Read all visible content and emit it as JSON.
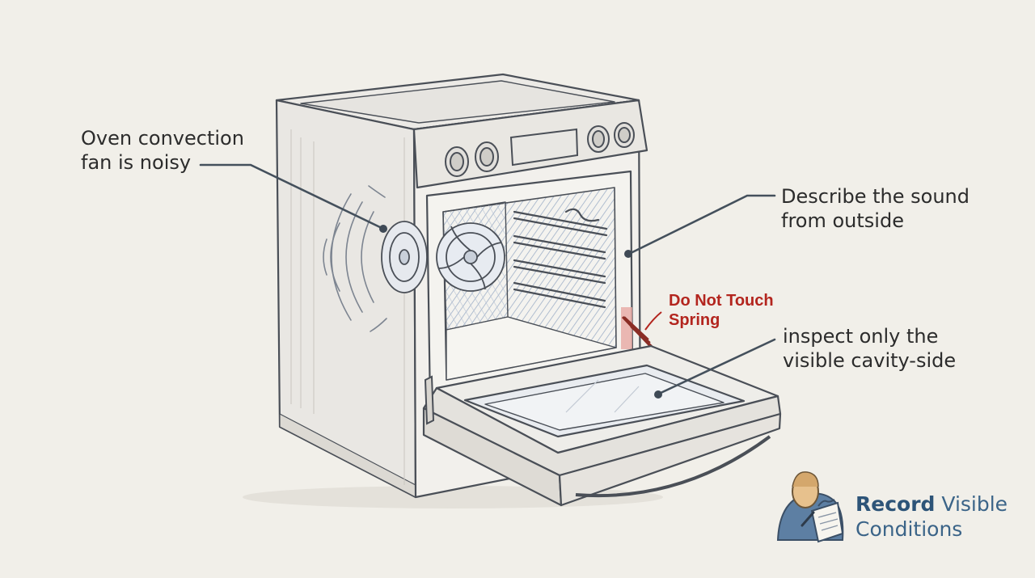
{
  "callouts": {
    "fan": {
      "line1": "Oven convection",
      "line2": "fan is noisy"
    },
    "sound": {
      "line1": "Describe the sound",
      "line2": "from outside"
    },
    "cavity": {
      "line1": "inspect only the",
      "line2": "visible cavity-side"
    },
    "spring": {
      "line1": "Do Not Touch",
      "line2": "Spring"
    }
  },
  "badge": {
    "bold": "Record",
    "rest": "Visible",
    "line2": "Conditions"
  },
  "colors": {
    "background": "#f1efe9",
    "line": "#44505c",
    "warning": "#b3251e",
    "brand": "#3b6488"
  }
}
